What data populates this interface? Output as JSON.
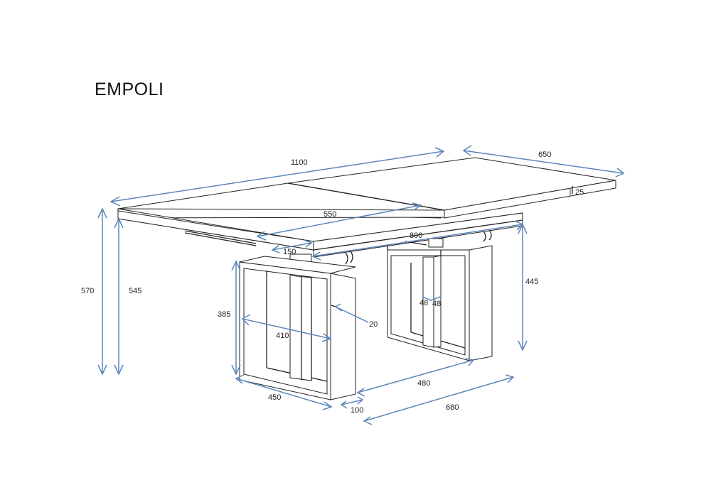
{
  "title": "EMPOLI",
  "colors": {
    "line": "#222222",
    "dimension": "#5b86b9",
    "background": "#ffffff"
  },
  "dimensions": {
    "top_length": "1100",
    "top_width": "650",
    "top_thickness": "25",
    "half_top": "550",
    "rail_length": "800",
    "column_offset": "150",
    "total_height": "570",
    "height_under_top": "545",
    "lift_height": "445",
    "leg_height": "385",
    "leg_inner_width": "410",
    "frame_thickness": "20",
    "column_depth": "48",
    "column_width": "48",
    "leg_depth": "450",
    "leg_thickness": "100",
    "leg_gap": "480",
    "base_span": "680"
  }
}
